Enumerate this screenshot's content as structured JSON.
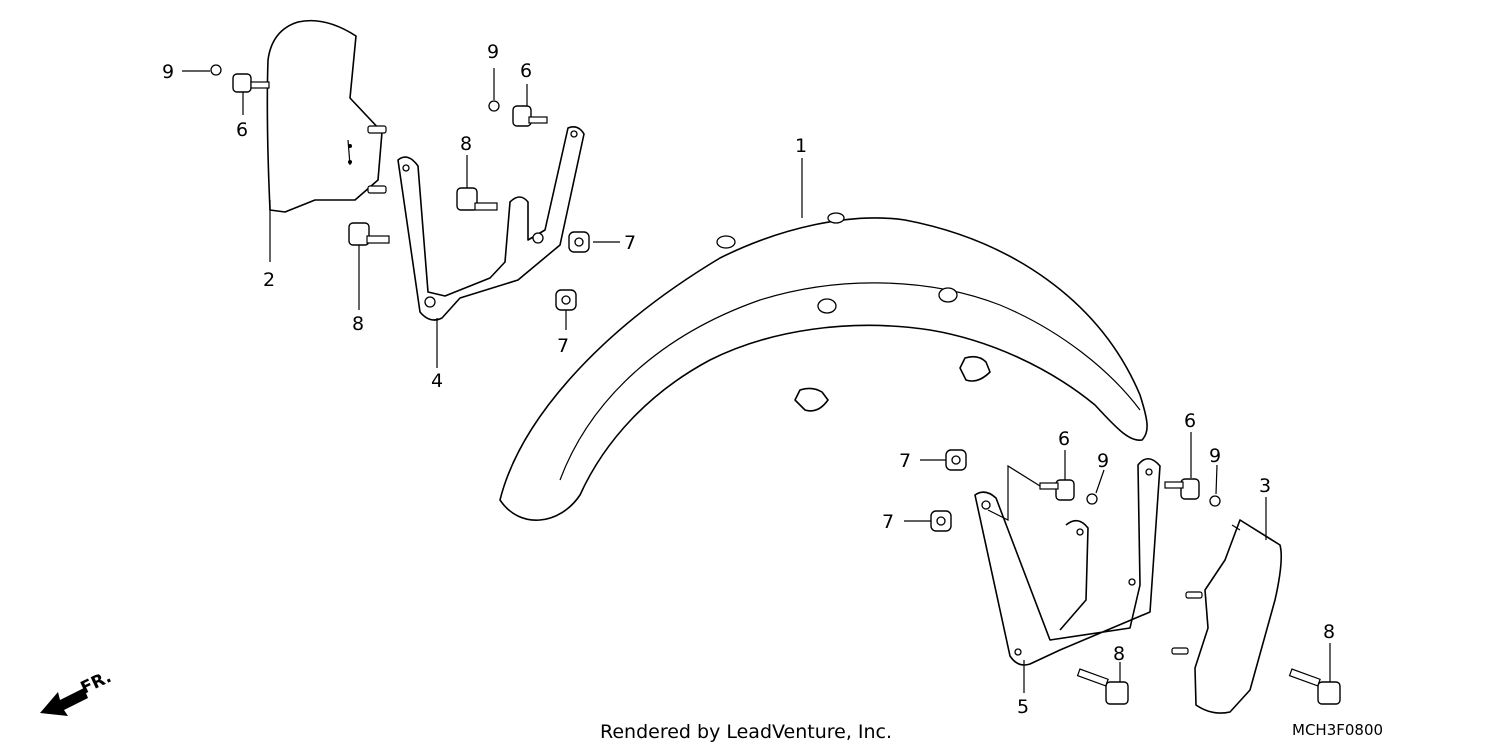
{
  "diagram": {
    "callouts": {
      "c1": "1",
      "c2": "2",
      "c3": "3",
      "c4": "4",
      "c5": "5",
      "c6a": "6",
      "c6b": "6",
      "c6c": "6",
      "c6d": "6",
      "c7a": "7",
      "c7b": "7",
      "c7c": "7",
      "c7d": "7",
      "c8a": "8",
      "c8b": "8",
      "c8c": "8",
      "c8d": "8",
      "c9a": "9",
      "c9b": "9",
      "c9c": "9",
      "c9d": "9"
    },
    "direction_label": "FR.",
    "footer": "Rendered by LeadVenture, Inc.",
    "code": "MCH3F0800"
  }
}
